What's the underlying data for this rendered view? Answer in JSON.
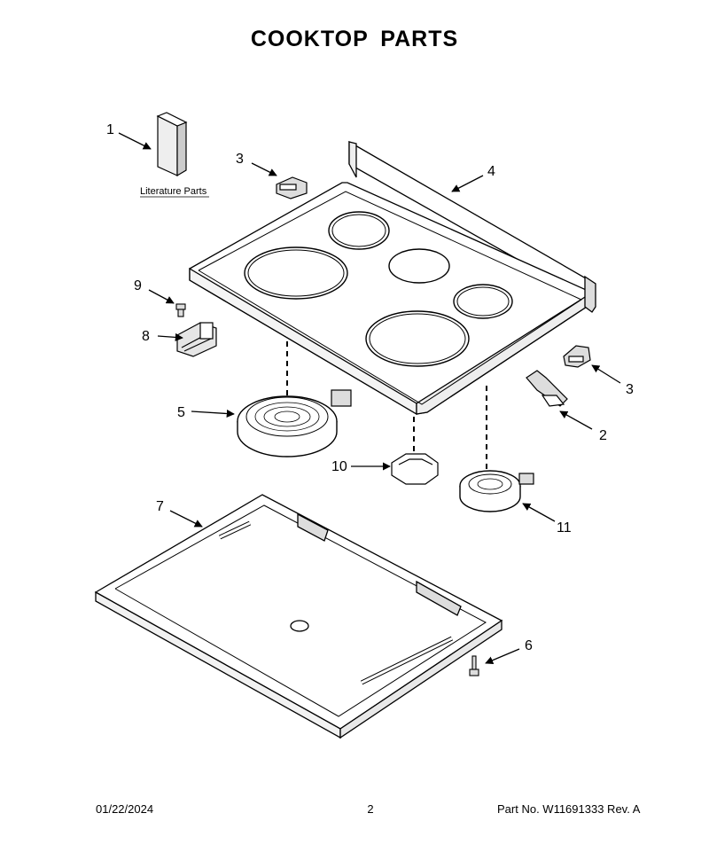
{
  "page": {
    "title": "COOKTOP PARTS"
  },
  "diagram": {
    "callouts": [
      "1",
      "2",
      "3",
      "3",
      "4",
      "5",
      "6",
      "7",
      "8",
      "9",
      "10",
      "11"
    ],
    "literature_label": "Literature Parts"
  },
  "footer": {
    "date": "01/22/2024",
    "page_number": "2",
    "part_number": "Part No.  W11691333  Rev.  A"
  }
}
